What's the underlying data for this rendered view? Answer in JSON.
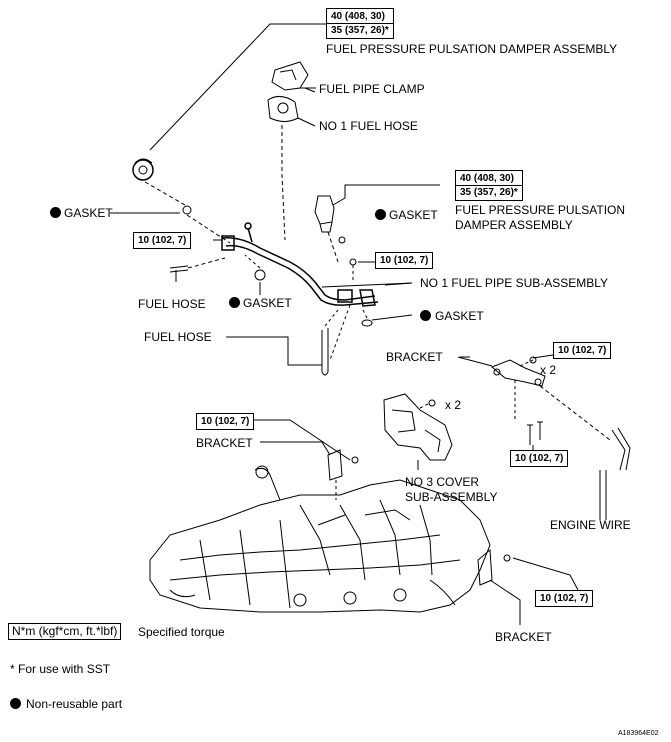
{
  "torque": {
    "t1_a": "40 (408, 30)",
    "t1_b": "35 (357, 26)*",
    "t2_a": "40 (408, 30)",
    "t2_b": "35 (357, 26)*",
    "t3": "10 (102, 7)",
    "t4": "10 (102, 7)",
    "t5": "10 (102, 7)",
    "t6": "10 (102, 7)",
    "t7": "10 (102, 7)",
    "t8": "10 (102, 7)"
  },
  "labels": {
    "damper_top": "FUEL PRESSURE PULSATION DAMPER ASSEMBLY",
    "fuel_pipe_clamp": "FUEL PIPE CLAMP",
    "no1_fuel_hose": "NO  1 FUEL HOSE",
    "gasket_left": "GASKET",
    "gasket_mid": "GASKET",
    "damper_right_1": "FUEL PRESSURE PULSATION",
    "damper_right_2": "DAMPER ASSEMBLY",
    "fuel_hose_1": "FUEL HOSE",
    "gasket_lower": "GASKET",
    "no1_fuel_pipe": "NO  1 FUEL PIPE SUB-ASSEMBLY",
    "gasket_right": "GASKET",
    "fuel_hose_2": "FUEL HOSE",
    "bracket_right": "BRACKET",
    "x2_right": "x 2",
    "x2_cover": "x 2",
    "bracket_left": "BRACKET",
    "no3_cover_1": "NO  3 COVER",
    "no3_cover_2": "SUB-ASSEMBLY",
    "engine_wire": "ENGINE WIRE",
    "bracket_bottom": "BRACKET"
  },
  "legend": {
    "torque_unit": "N*m (kgf*cm, ft.*lbf)",
    "specified_torque": "Specified torque",
    "sst_note": "* For use with SST",
    "non_reusable": "Non-reusable part"
  },
  "figure_code": "A183964E02"
}
